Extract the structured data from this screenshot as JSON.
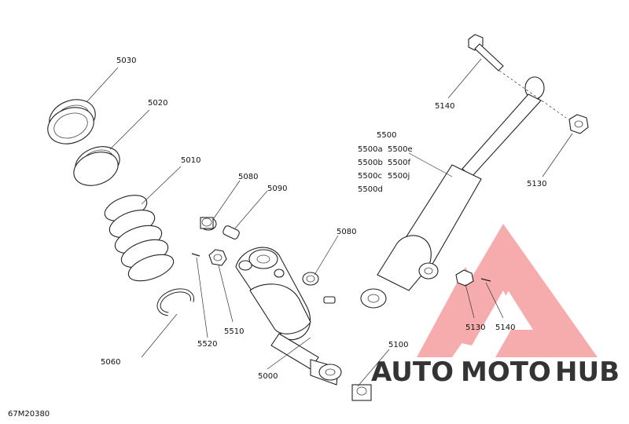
{
  "diagram_id": "67M20380",
  "callouts": {
    "c5030": "5030",
    "c5020": "5020",
    "c5010": "5010",
    "c5060": "5060",
    "c5080a": "5080",
    "c5090": "5090",
    "c5080b": "5080",
    "c5520": "5520",
    "c5510": "5510",
    "c5000": "5000",
    "c5100": "5100",
    "c5140a": "5140",
    "c5130a": "5130",
    "c5500": "5500",
    "c5500a": "5500a",
    "c5500b": "5500b",
    "c5500c": "5500c",
    "c5500d": "5500d",
    "c5500e": "5500e",
    "c5500f": "5500f",
    "c5500j": "5500j",
    "c5130b": "5130",
    "c5140b": "5140"
  },
  "watermark": {
    "part1": "AUTO",
    "part2": "MOTO",
    "part3": "HUB",
    "color_red": "#f06a6a",
    "color_yellow": "#f4b942",
    "color_gray": "#7a7a7a"
  }
}
